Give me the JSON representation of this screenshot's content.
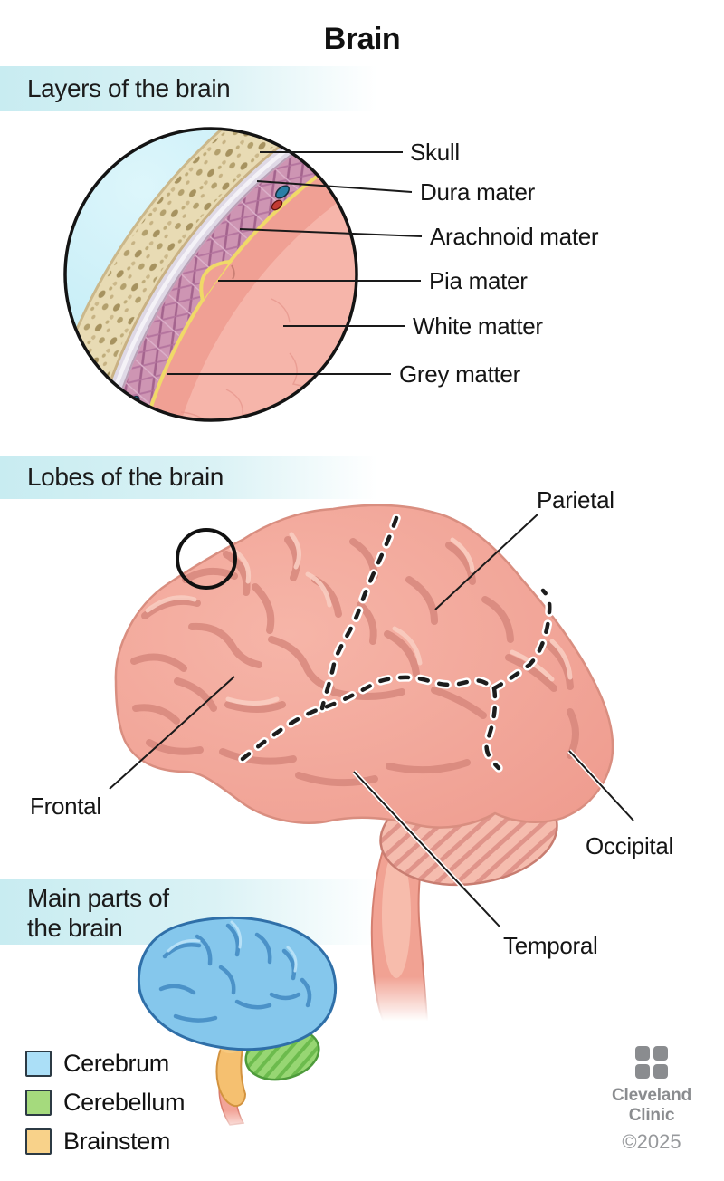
{
  "title": "Brain",
  "sections": {
    "layers": {
      "heading": "Layers of the brain",
      "labels": {
        "skull": "Skull",
        "dura": "Dura mater",
        "arachnoid": "Arachnoid mater",
        "pia": "Pia mater",
        "white": "White matter",
        "grey": "Grey matter"
      }
    },
    "lobes": {
      "heading": "Lobes of the brain",
      "labels": {
        "parietal": "Parietal",
        "frontal": "Frontal",
        "occipital": "Occipital",
        "temporal": "Temporal"
      }
    },
    "parts": {
      "heading_line1": "Main parts of",
      "heading_line2": "the brain",
      "legend": [
        {
          "label": "Cerebrum",
          "color": "#abdff7"
        },
        {
          "label": "Cerebellum",
          "color": "#a5da7d"
        },
        {
          "label": "Brainstem",
          "color": "#f8d28a"
        }
      ]
    }
  },
  "footer": {
    "brand_line1": "Cleveland",
    "brand_line2": "Clinic",
    "copyright": "©2025"
  },
  "colors": {
    "section_band": "#c8ecf1",
    "brain_salmon": "#f0a094",
    "sulci": "#d6867b",
    "cerebrum_blue": "#85c7ec",
    "cerebellum_green": "#97d673",
    "brainstem_orange": "#f5c070",
    "bone_beige": "#e8dbb4",
    "arachnoid_mauve": "#ce95b3",
    "pia_yellow": "#f0d968",
    "csf_cyan": "#bfeaf5",
    "brand_grey": "#8a8c8f"
  }
}
